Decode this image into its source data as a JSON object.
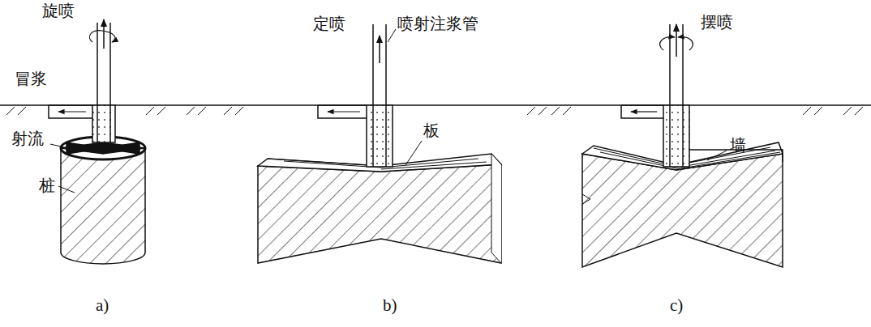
{
  "diagram": {
    "labels": [
      "旋喷",
      "冒浆",
      "射流",
      "桩",
      "定喷",
      "喷射注浆管",
      "板",
      "摆喷",
      "墙",
      "a)",
      "b)",
      "c)"
    ]
  }
}
